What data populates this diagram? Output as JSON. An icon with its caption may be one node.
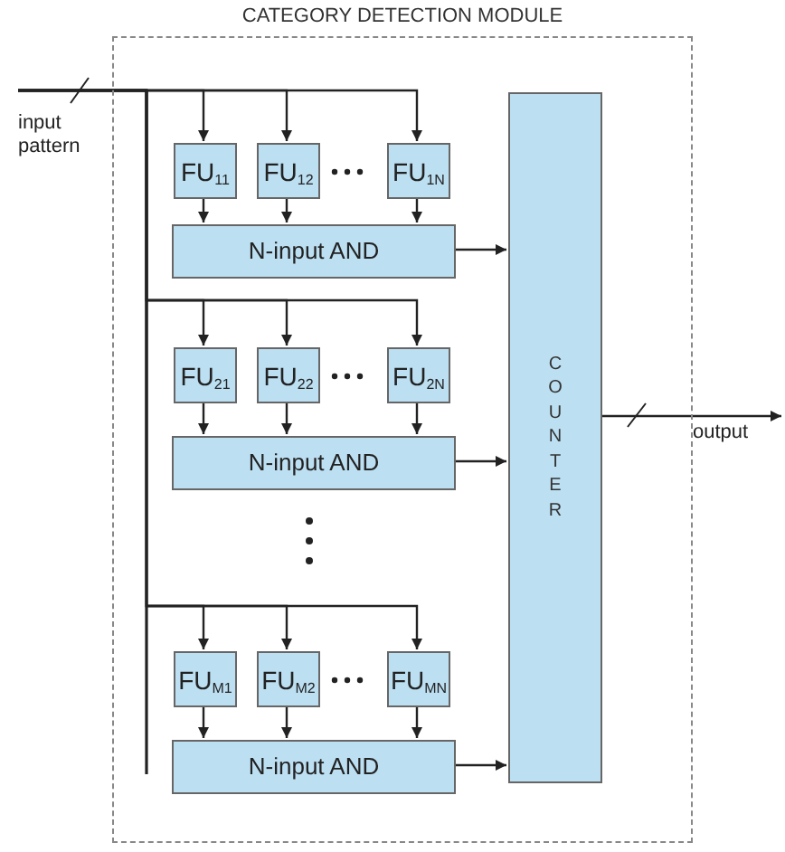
{
  "diagram": {
    "nodes": [
      {
        "text": [
          "CATEGORY DETECTION MODULE"
        ]
      },
      {
        "text": [
          "input pattern"
        ]
      },
      {
        "text": [
          "FU$_{11}$"
        ],
        "in": 0
      },
      {
        "text": [
          "FU$_{12}$"
        ],
        "in": 0
      },
      {
        "text": [
          "FU$_{1N}$"
        ],
        "in": 0
      },
      {
        "text": [
          "N-input AND"
        ],
        "in": 0
      },
      {
        "text": [
          "FU$_{21}$"
        ],
        "in": 0
      },
      {
        "text": [
          "FU$_{22}$"
        ],
        "in": 0
      },
      {
        "text": [
          "FU$_{2N}$"
        ],
        "in": 0
      },
      {
        "text": [
          "N-input AND"
        ],
        "in": 0
      },
      {
        "text": [
          "FU$_{M1}$"
        ],
        "in": 0
      },
      {
        "text": [
          "FU$_{M2}$"
        ],
        "in": 0
      },
      {
        "text": [
          "FU$_{MN}$"
        ],
        "in": 0
      },
      {
        "text": [
          "N-input AND"
        ],
        "in": 0
      },
      {
        "text": [
          "COUNTER"
        ],
        "in": 0
      },
      {
        "text": [
          "output"
        ]
      }
    ],
    "edges": [
      {
        "from": 1,
        "to": 2,
        "arrow": "to"
      },
      {
        "from": 1,
        "to": 3,
        "arrow": "to"
      },
      {
        "from": 1,
        "to": 4,
        "arrow": "to"
      },
      {
        "from": 1,
        "to": 6,
        "arrow": "to"
      },
      {
        "from": 1,
        "to": 7,
        "arrow": "to"
      },
      {
        "from": 1,
        "to": 8,
        "arrow": "to"
      },
      {
        "from": 1,
        "to": 10,
        "arrow": "to"
      },
      {
        "from": 1,
        "to": 11,
        "arrow": "to"
      },
      {
        "from": 1,
        "to": 12,
        "arrow": "to"
      },
      {
        "from": 2,
        "to": 5,
        "arrow": "to"
      },
      {
        "from": 3,
        "to": 5,
        "arrow": "to"
      },
      {
        "from": 4,
        "to": 5,
        "arrow": "to"
      },
      {
        "from": 6,
        "to": 9,
        "arrow": "to"
      },
      {
        "from": 7,
        "to": 9,
        "arrow": "to"
      },
      {
        "from": 8,
        "to": 9,
        "arrow": "to"
      },
      {
        "from": 10,
        "to": 13,
        "arrow": "to"
      },
      {
        "from": 11,
        "to": 13,
        "arrow": "to"
      },
      {
        "from": 12,
        "to": 13,
        "arrow": "to"
      },
      {
        "from": 5,
        "to": 14,
        "arrow": "to"
      },
      {
        "from": 9,
        "to": 14,
        "arrow": "to"
      },
      {
        "from": 13,
        "to": 14,
        "arrow": "to"
      },
      {
        "from": 14,
        "to": 15,
        "arrow": "to"
      }
    ]
  }
}
